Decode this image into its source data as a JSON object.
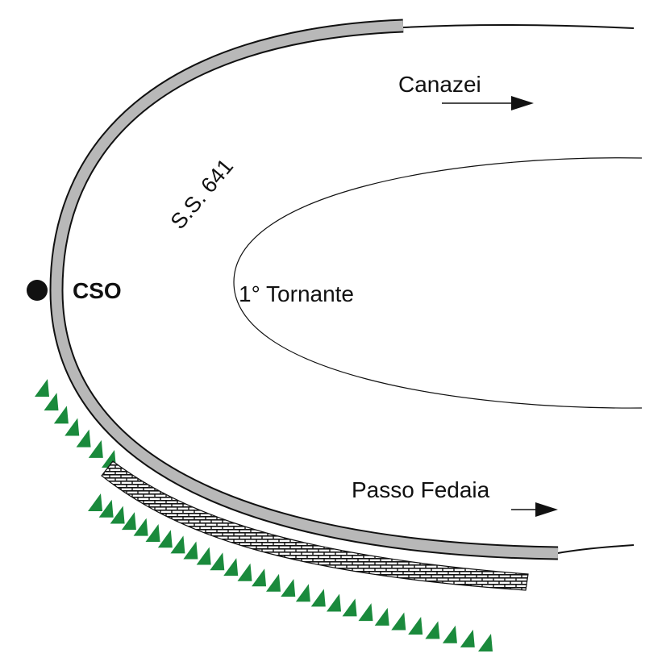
{
  "labels": {
    "destination_top": "Canazei",
    "road": "S.S. 641",
    "station": "CSO",
    "bend": "1° Tornante",
    "destination_bottom": "Passo Fedaia"
  },
  "colors": {
    "road_band": "#b8b8b8",
    "road_outline": "#111111",
    "vegetation": "#1a8a3c",
    "wall_hatch": "#111111",
    "station_dot": "#111111"
  },
  "icons": {
    "station": "filled-circle-marker",
    "vegetation": "green-triangle-markers",
    "wall": "hatched-retaining-wall",
    "direction": "arrow-right-icon"
  }
}
